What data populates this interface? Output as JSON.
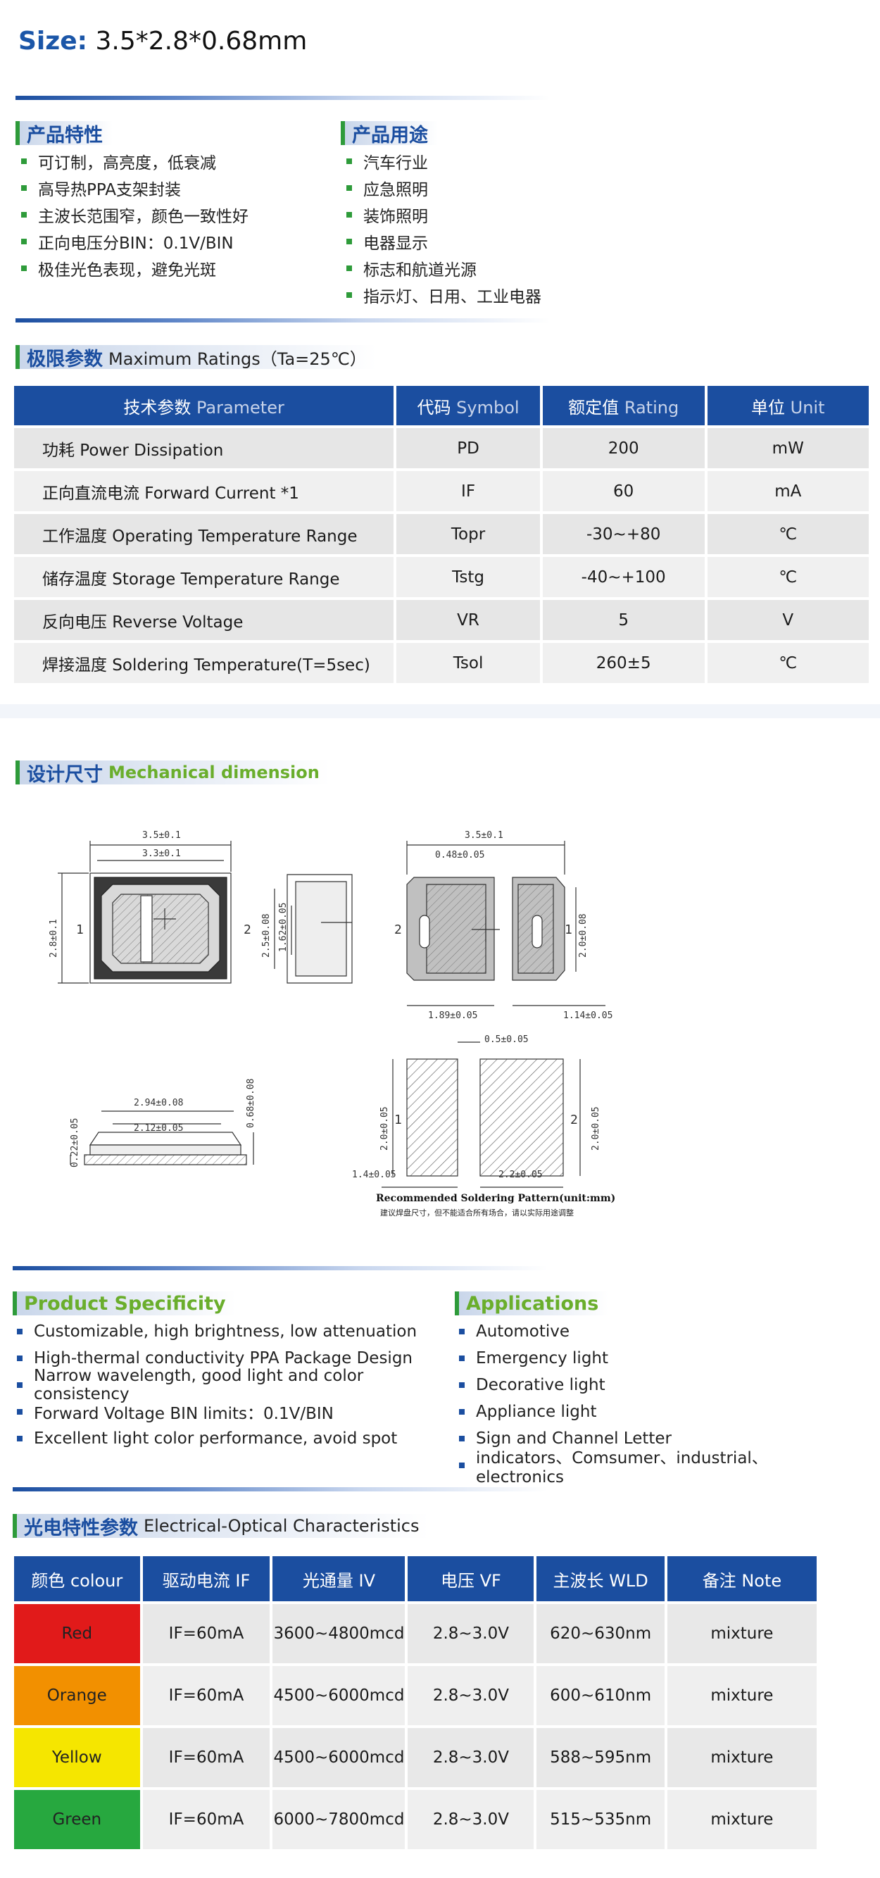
{
  "size": {
    "label": "Size:",
    "value": "3.5*2.8*0.68mm"
  },
  "features": {
    "title": "产品特性",
    "items": [
      "可订制，高亮度，低衰减",
      "高导热PPA支架封装",
      "主波长范围窄，颜色一致性好",
      "正向电压分BIN：0.1V/BIN",
      "极佳光色表现，避免光斑"
    ]
  },
  "uses": {
    "title": "产品用途",
    "items": [
      "汽车行业",
      "应急照明",
      "装饰照明",
      "电器显示",
      "标志和航道光源",
      "指示灯、日用、工业电器"
    ]
  },
  "ratings": {
    "title_cn": "极限参数",
    "title_en": "Maximum Ratings（Ta=25℃）",
    "headers": [
      {
        "cn": "技术参数",
        "en": "Parameter"
      },
      {
        "cn": "代码",
        "en": "Symbol"
      },
      {
        "cn": "额定值",
        "en": "Rating"
      },
      {
        "cn": "单位",
        "en": "Unit"
      }
    ],
    "rows": [
      [
        "功耗 Power Dissipation",
        "PD",
        "200",
        "mW"
      ],
      [
        "正向直流电流 Forward Current *1",
        "IF",
        "60",
        "mA"
      ],
      [
        "工作温度 Operating Temperature Range",
        "Topr",
        "-30~+80",
        "℃"
      ],
      [
        "储存温度 Storage Temperature Range",
        "Tstg",
        "-40~+100",
        "℃"
      ],
      [
        "反向电压 Reverse Voltage",
        "VR",
        "5",
        "V"
      ],
      [
        "焊接温度 Soldering Temperature(T=5sec)",
        "Tsol",
        "260±5",
        "℃"
      ]
    ]
  },
  "mech": {
    "title_cn": "设计尺寸",
    "title_en": "Mechanical dimension",
    "dims": {
      "top_w1": "3.5±0.1",
      "top_w2": "3.3±0.1",
      "top_h": "2.8±0.1",
      "side_h1": "2.5±0.08",
      "side_h2": "1.62±0.05",
      "bot_w": "3.5±0.1",
      "bot_slot": "0.48±0.05",
      "bot_h": "2.0±0.08",
      "bot_l": "1.89±0.05",
      "bot_r": "1.14±0.05",
      "prof_w1": "2.94±0.08",
      "prof_w2": "2.12±0.05",
      "prof_h1": "0.22±0.05",
      "prof_h2": "0.68±0.08",
      "pad_gap": "0.5±0.05",
      "pad_h1": "2.0±0.05",
      "pad_h2": "2.0±0.05",
      "pad_l": "1.4±0.05",
      "pad_r": "2.2±0.05",
      "pin1": "1",
      "pin2": "2"
    },
    "caption_en": "Recommended Soldering Pattern(unit:mm)",
    "caption_cn": "建议焊盘尺寸，但不能适合所有场合，请以实际用途调整"
  },
  "specificity": {
    "title": "Product Specificity",
    "items": [
      "Customizable, high brightness, low attenuation",
      "High-thermal conductivity PPA Package Design",
      "Narrow wavelength, good light and color consistency",
      "Forward Voltage BIN limits：0.1V/BIN",
      "Excellent light color performance, avoid spot"
    ]
  },
  "applications": {
    "title": "Applications",
    "items": [
      "Automotive",
      "Emergency light",
      "Decorative light",
      "Appliance light",
      "Sign and Channel Letter",
      "indicators、Comsumer、industrial、electronics"
    ]
  },
  "electrical": {
    "title_cn": "光电特性参数",
    "title_en": "Electrical-Optical Characteristics",
    "headers": [
      "颜色 colour",
      "驱动电流 IF",
      "光通量 IV",
      "电压 VF",
      "主波长 WLD",
      "备注 Note"
    ],
    "rows": [
      {
        "color": "Red",
        "swatch": "#e11a1a",
        "text_color": "#222222",
        "cells": [
          "IF=60mA",
          "3600~4800mcd",
          "2.8~3.0V",
          "620~630nm",
          "mixture"
        ]
      },
      {
        "color": "Orange",
        "swatch": "#f29000",
        "text_color": "#222222",
        "cells": [
          "IF=60mA",
          "4500~6000mcd",
          "2.8~3.0V",
          "600~610nm",
          "mixture"
        ]
      },
      {
        "color": "Yellow",
        "swatch": "#f5e600",
        "text_color": "#222222",
        "cells": [
          "IF=60mA",
          "4500~6000mcd",
          "2.8~3.0V",
          "588~595nm",
          "mixture"
        ]
      },
      {
        "color": "Green",
        "swatch": "#27a83f",
        "text_color": "#222222",
        "cells": [
          "IF=60mA",
          "6000~7800mcd",
          "2.8~3.0V",
          "515~535nm",
          "mixture"
        ]
      }
    ]
  }
}
